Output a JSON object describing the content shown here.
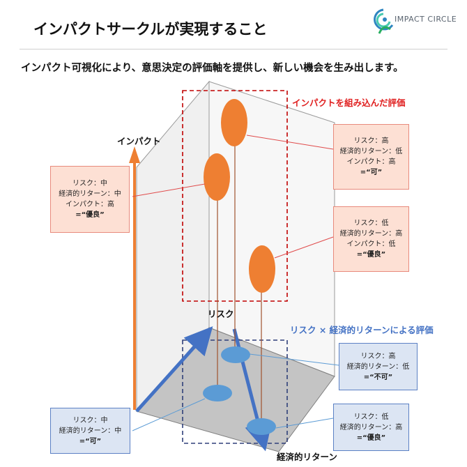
{
  "header": {
    "title": "インパクトサークルが実現すること",
    "logo_text": "IMPACT CIRCLE"
  },
  "subtitle": "インパクト可視化により、意思決定の評価軸を提供し、新しい機会を生み出します。",
  "axes": {
    "impact": "インパクト",
    "risk": "リスク",
    "return": "経済的リターン"
  },
  "zones": {
    "impact_zone": "インパクトを組み込んだ評価",
    "risk_return_zone": "リスク × 経済的リターンによる評価"
  },
  "colors": {
    "orange": "#ee7f32",
    "blue": "#5b9bd5",
    "red_dash": "#c00000",
    "navy_dash": "#2f3f7a"
  },
  "boxes": {
    "impact_high_risk_high": {
      "risk": "リスク：高",
      "return": "経済的リターン：低",
      "impact": "インパクト：高",
      "verdict": "=“可”"
    },
    "impact_high_risk_mid": {
      "risk": "リスク：中",
      "return": "経済的リターン：中",
      "impact": "インパクト：高",
      "verdict": "=“優良”"
    },
    "impact_low_risk_low": {
      "risk": "リスク：低",
      "return": "経済的リターン：高",
      "impact": "インパクト：低",
      "verdict": "=“優良”"
    },
    "base_risk_high": {
      "risk": "リスク：高",
      "return": "経済的リターン：低",
      "verdict": "=“不可”"
    },
    "base_risk_mid": {
      "risk": "リスク：中",
      "return": "経済的リターン：中",
      "verdict": "=“可”"
    },
    "base_risk_low": {
      "risk": "リスク：低",
      "return": "経済的リターン：高",
      "verdict": "=“優良”"
    }
  }
}
